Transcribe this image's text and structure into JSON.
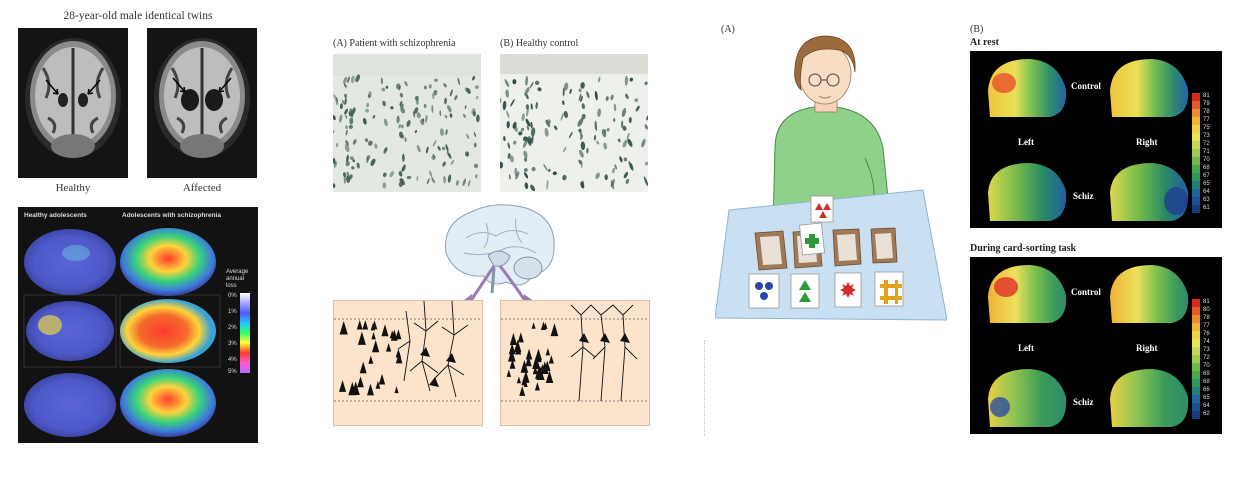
{
  "twins": {
    "title": "28-year-old male identical twins",
    "healthy_label": "Healthy",
    "affected_label": "Affected"
  },
  "brainmap": {
    "left_title": "Healthy adolescents",
    "right_title": "Adolescents with schizophrenia",
    "legend_title": [
      "Average",
      "annual",
      "loss"
    ],
    "legend_ticks": [
      "0%",
      "1%",
      "2%",
      "3%",
      "4%",
      "5%"
    ]
  },
  "histology": {
    "label_a": "(A)  Patient with schizophrenia",
    "label_b": "(B)  Healthy control"
  },
  "wcst": {
    "label": "(A)"
  },
  "pet": {
    "label": "(B)",
    "rest_title": "At rest",
    "task_title": "During card-sorting task",
    "control": "Control",
    "left": "Left",
    "right": "Right",
    "schiz": "Schiz",
    "rest_scale": [
      "81",
      "79",
      "78",
      "77",
      "75",
      "73",
      "72",
      "71",
      "70",
      "68",
      "67",
      "65",
      "64",
      "63",
      "61"
    ],
    "task_scale": [
      "81",
      "80",
      "78",
      "77",
      "76",
      "74",
      "73",
      "72",
      "70",
      "69",
      "68",
      "66",
      "65",
      "64",
      "62"
    ]
  },
  "colors": {
    "pet_scale": [
      "#d22a1e",
      "#e55a2b",
      "#ee8a30",
      "#f2b53a",
      "#f3d24a",
      "#e7e45a",
      "#c6d957",
      "#9fcb52",
      "#72b94c",
      "#4aa64b",
      "#2f9858",
      "#237e78",
      "#1f6796",
      "#1c4f8f",
      "#1b3a7a"
    ],
    "brain_scale": [
      "#ffffff",
      "#a9a9ff",
      "#4f5cff",
      "#22c8ff",
      "#33ff66",
      "#ffff33",
      "#ff3b2e",
      "#ff5bd6",
      "#b46bff"
    ]
  }
}
